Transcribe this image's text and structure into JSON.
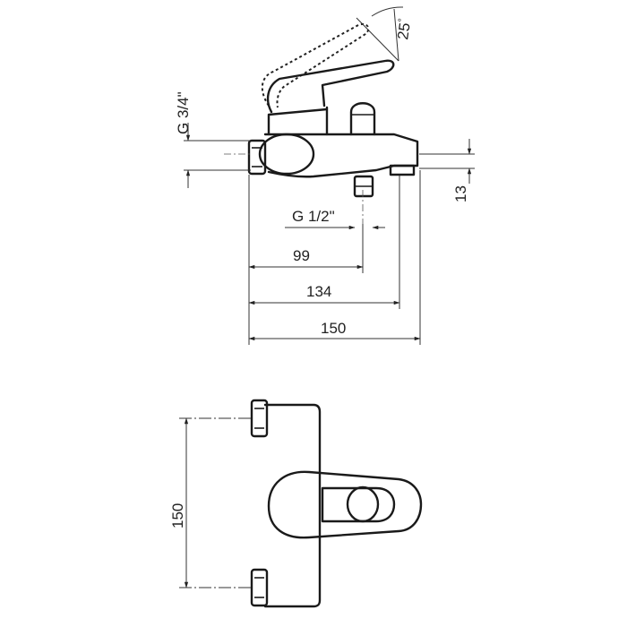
{
  "dimensions": {
    "inlet_thread": "G 3/4\"",
    "angle": "25",
    "angle_unit": "°",
    "spout_offset": "13",
    "outlet_thread": "G 1/2\"",
    "to_diverter": "99",
    "to_spout": "134",
    "overall_length": "150",
    "top_view_length": "150"
  }
}
